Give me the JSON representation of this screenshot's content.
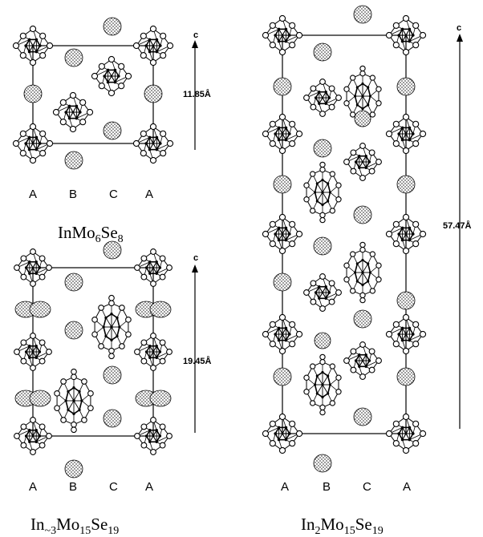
{
  "panels": [
    {
      "id": "inmo6se8",
      "title": {
        "parts": [
          {
            "t": "InMo"
          },
          {
            "t": "6",
            "sub": true
          },
          {
            "t": "Se"
          },
          {
            "t": "8",
            "sub": true
          }
        ]
      },
      "c_label": "c",
      "dimension": "11.85Å",
      "column_labels": [
        "A",
        "B",
        "C",
        "A"
      ]
    },
    {
      "id": "in3mo15se19",
      "title": {
        "parts": [
          {
            "t": "In"
          },
          {
            "t": "~3",
            "sub": true
          },
          {
            "t": "Mo"
          },
          {
            "t": "15",
            "sub": true
          },
          {
            "t": "Se"
          },
          {
            "t": "19",
            "sub": true
          }
        ]
      },
      "c_label": "c",
      "dimension": "19.45Å",
      "column_labels": [
        "A",
        "B",
        "C",
        "A"
      ]
    },
    {
      "id": "in2mo15se19",
      "title": {
        "parts": [
          {
            "t": "In"
          },
          {
            "t": "2",
            "sub": true
          },
          {
            "t": "Mo"
          },
          {
            "t": "15",
            "sub": true
          },
          {
            "t": "Se"
          },
          {
            "t": "19",
            "sub": true
          }
        ]
      },
      "c_label": "c",
      "dimension": "57.47Å",
      "column_labels": [
        "A",
        "B",
        "C",
        "A"
      ]
    }
  ],
  "colors": {
    "ink": "#000000",
    "atom_fill": "#ffffff",
    "stipple": "#555555"
  }
}
